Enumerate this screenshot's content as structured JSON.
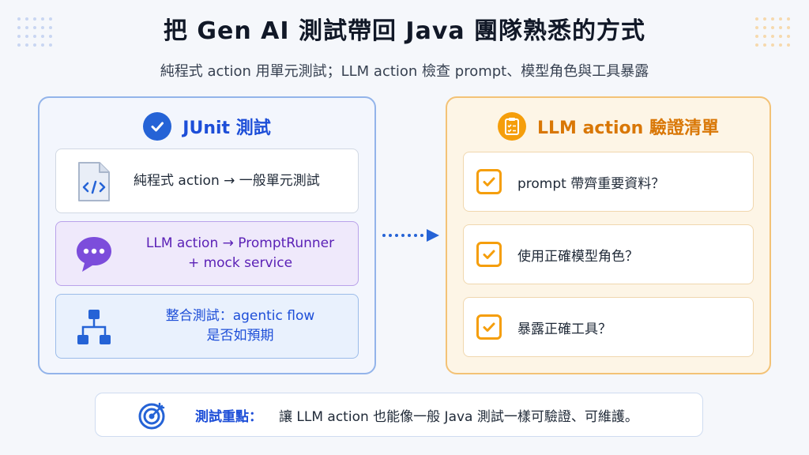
{
  "title": "把 Gen AI 測試帶回 Java 團隊熟悉的方式",
  "subtitle": "純程式 action 用單元測試；LLM action 檢查 prompt、模型角色與工具暴露",
  "left_panel": {
    "heading": "JUnit 測試",
    "cards": [
      {
        "line1": "純程式 action → 一般單元測試",
        "line2": "",
        "icon": "code-file-icon"
      },
      {
        "line1": "LLM action → PromptRunner",
        "line2": "+ mock service",
        "icon": "chat-bubble-icon"
      },
      {
        "line1": "整合測試：agentic flow",
        "line2": "是否如預期",
        "icon": "flow-tree-icon"
      }
    ]
  },
  "right_panel": {
    "heading": "LLM action 驗證清單",
    "items": [
      {
        "label": "prompt 帶齊重要資料？"
      },
      {
        "label": "使用正確模型角色？"
      },
      {
        "label": "暴露正確工具？"
      }
    ]
  },
  "footer": {
    "label": "測試重點：",
    "text": "讓 LLM action 也能像一般 Java 測試一樣可驗證、可維護。"
  },
  "colors": {
    "blue_accent": "#2563d6",
    "orange_accent": "#f59e0b",
    "purple_accent": "#7c4ddb"
  }
}
